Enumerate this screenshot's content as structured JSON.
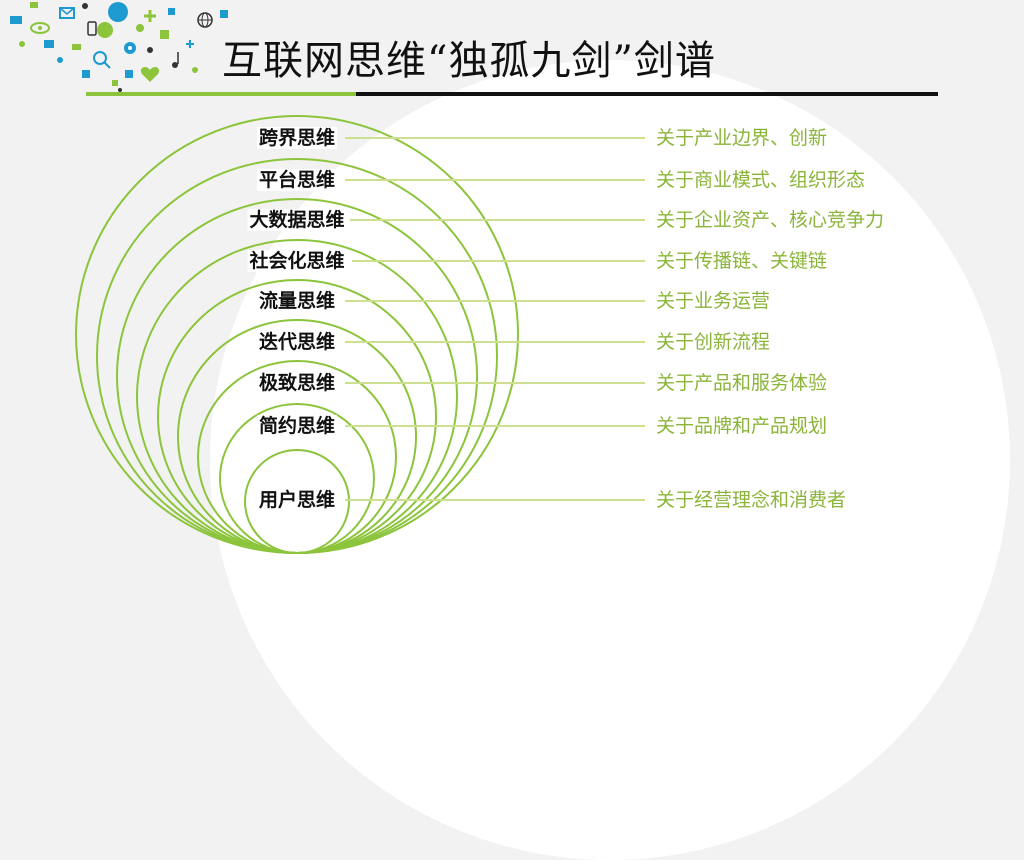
{
  "title": "互联网思维“独孤九剑”剑谱",
  "colors": {
    "accent": "#8cc43c",
    "text_accent": "#8bb53a",
    "line": "#cde08f",
    "dark": "#111111"
  },
  "decoration_icons": [
    "chat-bubble-icon",
    "mail-icon",
    "music-note-icon",
    "search-icon",
    "globe-icon",
    "gear-icon",
    "plus-icon",
    "heart-icon",
    "eye-icon",
    "phone-icon"
  ],
  "items": [
    {
      "name": "跨界思维",
      "desc": "关于产业边界、创新"
    },
    {
      "name": "平台思维",
      "desc": "关于商业模式、组织形态"
    },
    {
      "name": "大数据思维",
      "desc": "关于企业资产、核心竞争力"
    },
    {
      "name": "社会化思维",
      "desc": "关于传播链、关键链"
    },
    {
      "name": "流量思维",
      "desc": "关于业务运营"
    },
    {
      "name": "迭代思维",
      "desc": "关于创新流程"
    },
    {
      "name": "极致思维",
      "desc": "关于产品和服务体验"
    },
    {
      "name": "简约思维",
      "desc": "关于品牌和产品规划"
    },
    {
      "name": "用户思维",
      "desc": "关于经营理念和消费者"
    }
  ]
}
